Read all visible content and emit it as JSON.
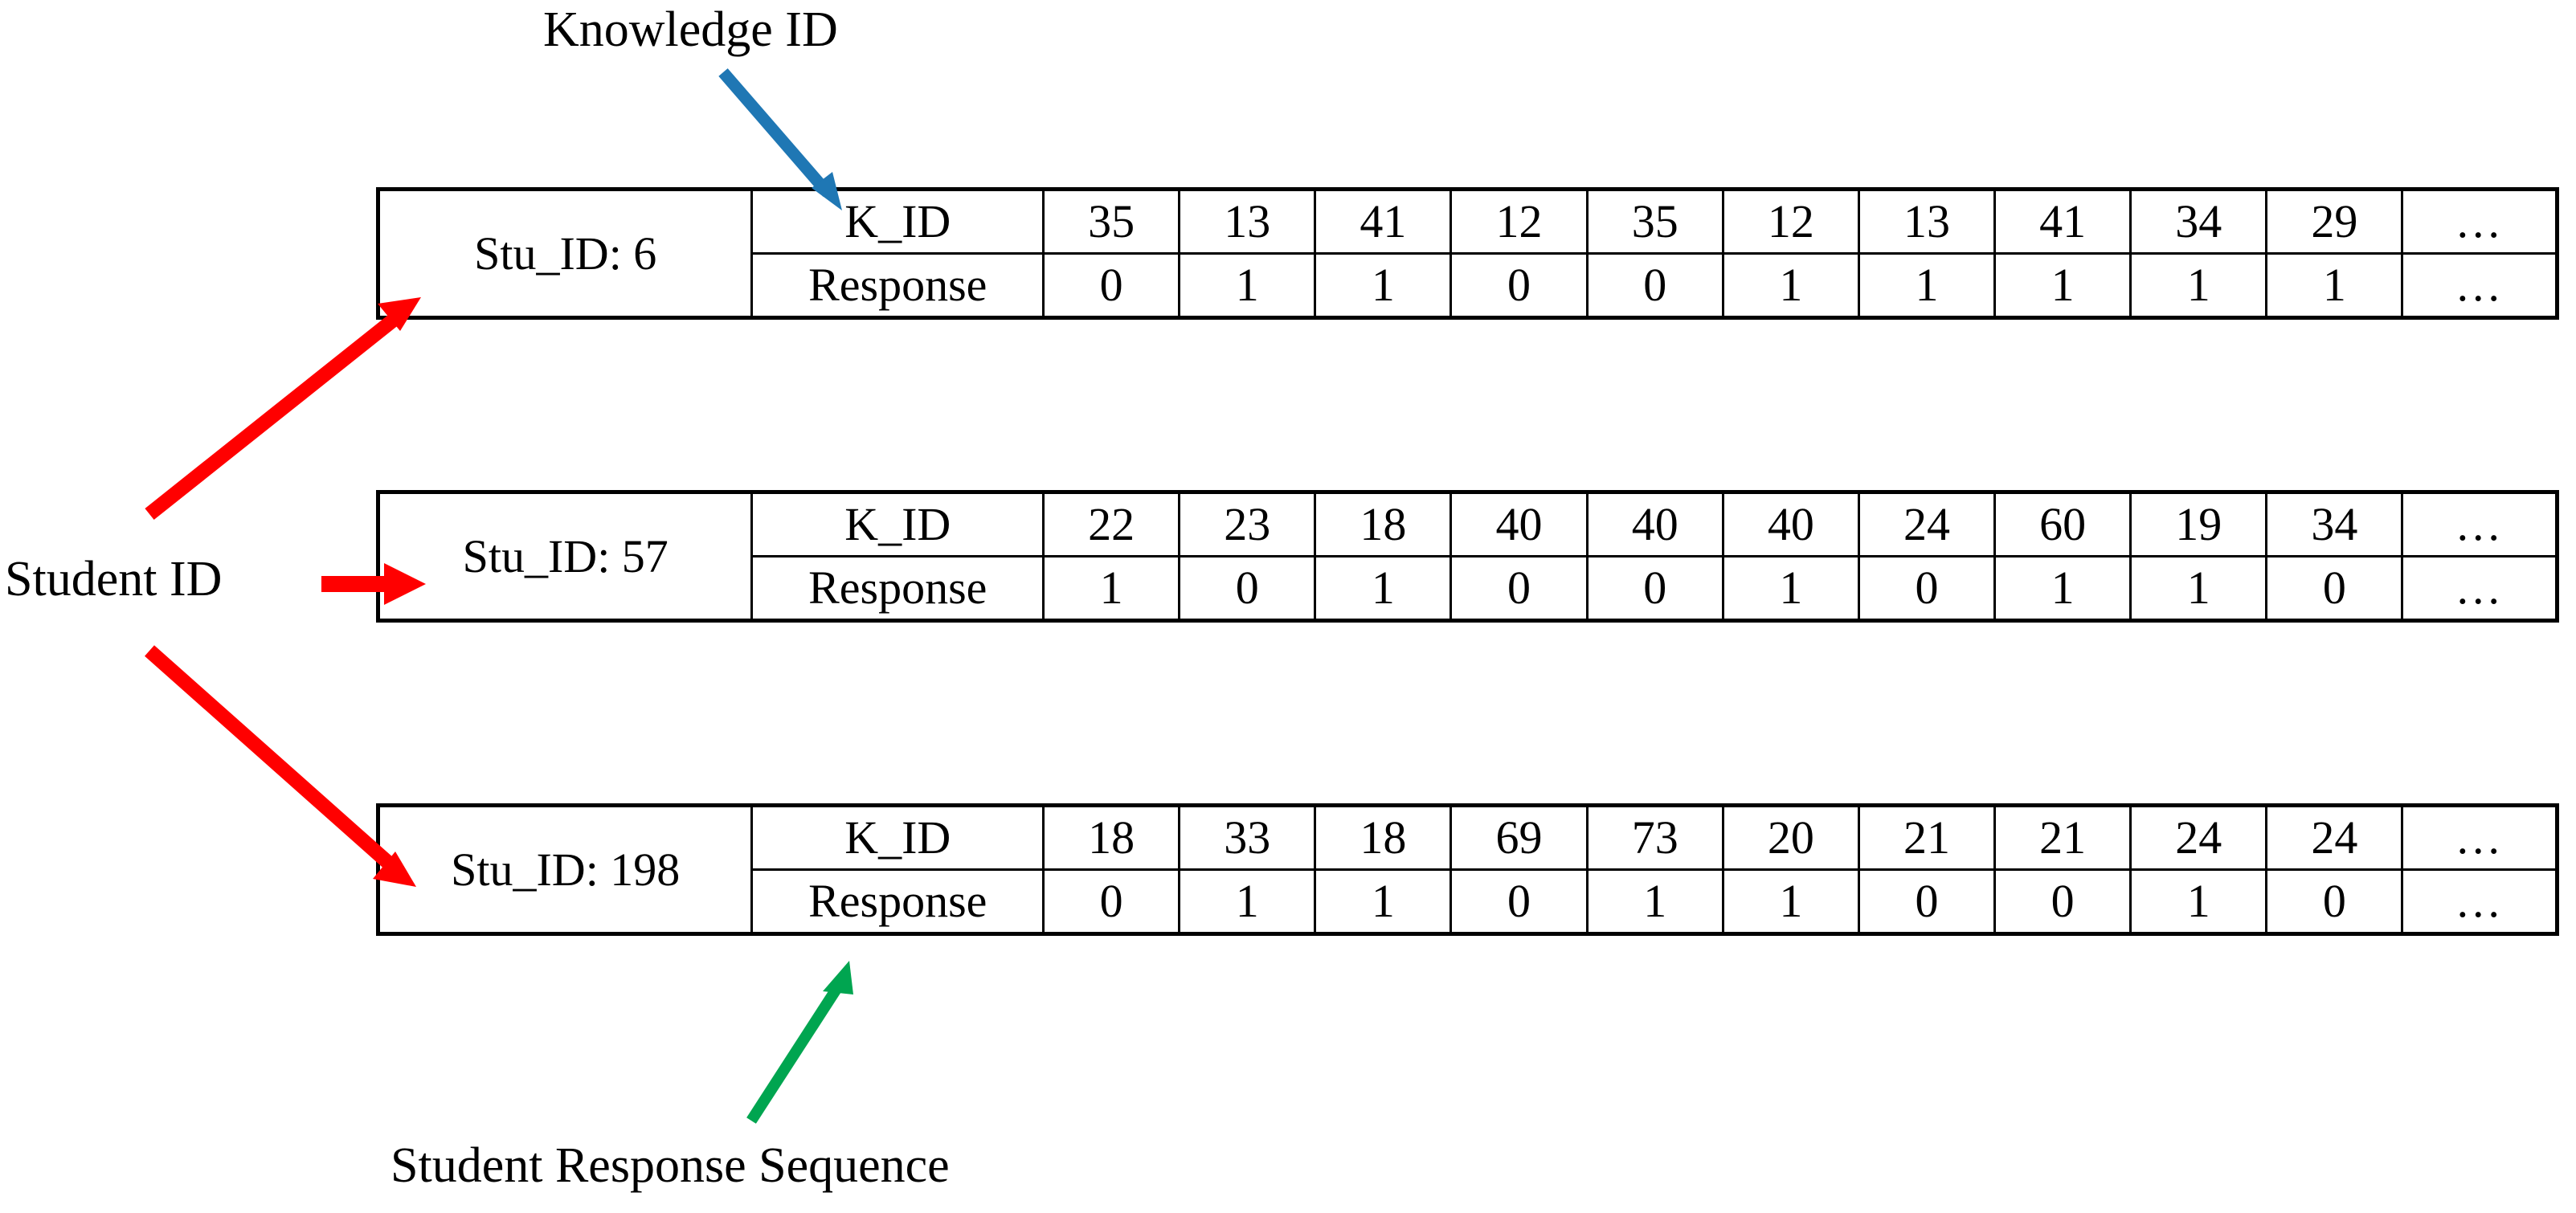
{
  "annotations": {
    "knowledge_id": "Knowledge ID",
    "student_id": "Student ID",
    "response_sequence": "Student Response Sequence"
  },
  "colors": {
    "knowledge_arrow": "#1F77B4",
    "student_arrow": "#FF0000",
    "response_arrow": "#00A550",
    "table_border": "#000000",
    "text": "#000000",
    "background": "#FFFFFF"
  },
  "row_labels": {
    "kid": "K_ID",
    "response": "Response"
  },
  "ellipsis": "…",
  "records": [
    {
      "stu_label": "Stu_ID: 6",
      "kid": [
        "35",
        "13",
        "41",
        "12",
        "35",
        "12",
        "13",
        "41",
        "34",
        "29"
      ],
      "response": [
        "0",
        "1",
        "1",
        "0",
        "0",
        "1",
        "1",
        "1",
        "1",
        "1"
      ]
    },
    {
      "stu_label": "Stu_ID: 57",
      "kid": [
        "22",
        "23",
        "18",
        "40",
        "40",
        "40",
        "24",
        "60",
        "19",
        "34"
      ],
      "response": [
        "1",
        "0",
        "1",
        "0",
        "0",
        "1",
        "0",
        "1",
        "1",
        "0"
      ]
    },
    {
      "stu_label": "Stu_ID: 198",
      "kid": [
        "18",
        "33",
        "18",
        "69",
        "73",
        "20",
        "21",
        "21",
        "24",
        "24"
      ],
      "response": [
        "0",
        "1",
        "1",
        "0",
        "1",
        "1",
        "0",
        "0",
        "1",
        "0"
      ]
    }
  ]
}
